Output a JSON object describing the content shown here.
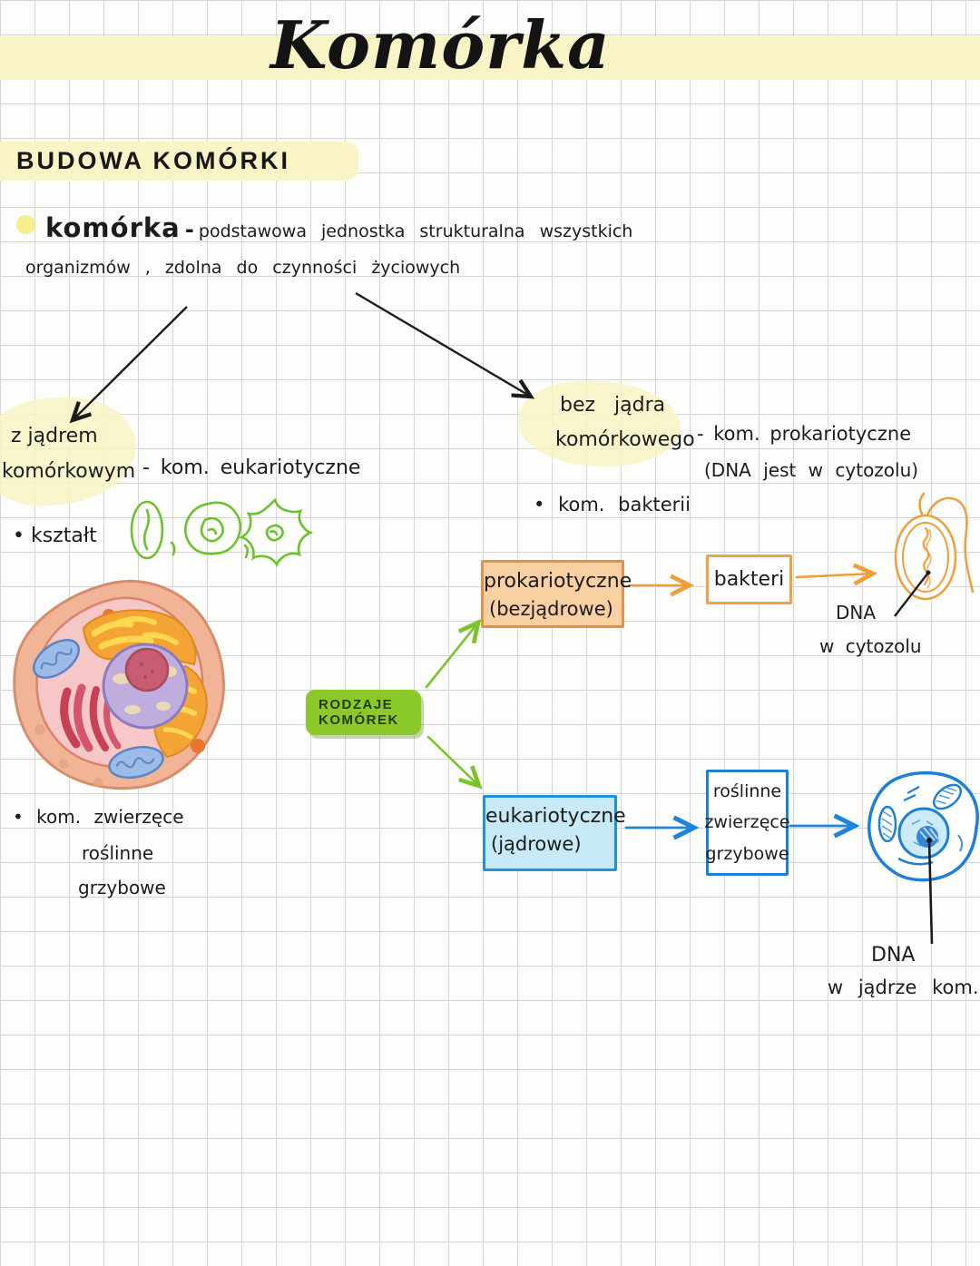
{
  "page": {
    "title": "Komórka",
    "section_heading": "BUDOWA KOMÓRKI",
    "bullet": "•"
  },
  "definition": {
    "term": "komórka",
    "separator": "-",
    "text_line1": "podstawowa jednostka strukturalna wszystkich",
    "text_line2": "organizmów , zdolna do czynności życiowych"
  },
  "eukaryote_branch": {
    "highlight_line1": "z jądrem",
    "highlight_line2": "komórkowym",
    "type_label": "- kom. eukariotyczne",
    "shape_label": "kształt",
    "examples": [
      "kom. zwierzęce",
      "roślinne",
      "grzybowe"
    ]
  },
  "prokaryote_branch": {
    "highlight_line1": "bez jądra",
    "highlight_line2": "komórkowego",
    "type_label": "- kom. prokariotyczne",
    "type_note": "(DNA jest w cytozolu)",
    "example": "kom. bakterii"
  },
  "flowchart": {
    "root_line1": "RODZAJE",
    "root_line2": "KOMÓREK",
    "prokaryotic_line1": "prokariotyczne",
    "prokaryotic_line2": "(bezjądrowe)",
    "bacteria_label": "bakteri",
    "bacteria_note_line1": "DNA",
    "bacteria_note_line2": "w cytozolu",
    "eukaryotic_line1": "eukariotyczne",
    "eukaryotic_line2": "(jądrowe)",
    "euk_types": [
      "roślinne",
      "zwierzęce",
      "grzybowe"
    ],
    "euk_note_line1": "DNA",
    "euk_note_line2": "w jądrze kom."
  },
  "colors": {
    "highlight_yellow": "#f8f4c6",
    "ink": "#1c1c1c",
    "green": "#7cc32e",
    "green_box": "#8bc92b",
    "orange": "#f09d3c",
    "orange_fill": "#f8d0a2",
    "blue": "#1d86d8",
    "blue_fill": "#c8eaf8"
  }
}
